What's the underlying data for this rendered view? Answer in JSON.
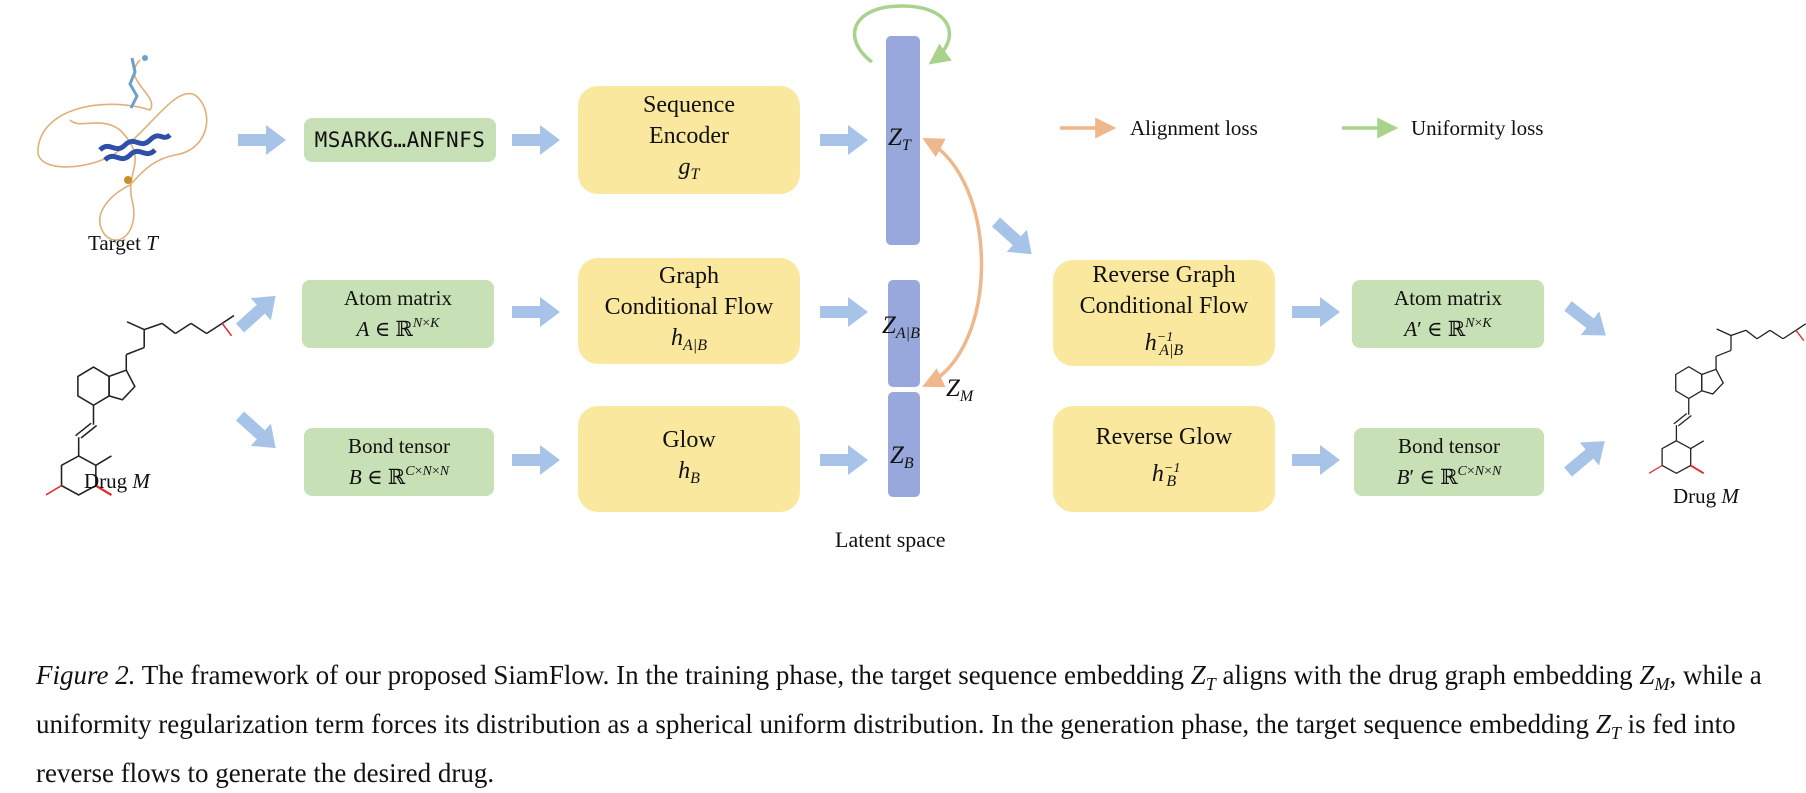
{
  "target_label": "Target T",
  "drug_label_left": "Drug M",
  "drug_label_right": "Drug M",
  "sequence_text": "MSARKG…ANFNFS",
  "seq_encoder": {
    "line1": "Sequence",
    "line2": "Encoder",
    "line3": "g_T"
  },
  "graph_flow": {
    "line1": "Graph",
    "line2": "Conditional Flow",
    "line3": "h_A|B"
  },
  "glow": {
    "line1": "Glow",
    "line2": "h_B"
  },
  "atom_matrix": {
    "line1": "Atom matrix",
    "line2": "A ∈ ℝ^{N×K}"
  },
  "bond_tensor": {
    "line1": "Bond tensor",
    "line2": "B ∈ ℝ^{C×N×N}"
  },
  "rev_graph_flow": {
    "line1": "Reverse Graph",
    "line2": "Conditional Flow",
    "line3": "h⁻¹_A|B"
  },
  "rev_glow": {
    "line1": "Reverse Glow",
    "line2": "h⁻¹_B"
  },
  "atom_matrix_out": {
    "line1": "Atom matrix",
    "line2": "A′ ∈ ℝ^{N×K}"
  },
  "bond_tensor_out": {
    "line1": "Bond tensor",
    "line2": "B′ ∈ ℝ^{C×N×N}"
  },
  "latent": {
    "zt": "Z_T",
    "zab": "Z_A|B",
    "zb": "Z_B",
    "zm": "Z_M",
    "space_label": "Latent space"
  },
  "legend": {
    "alignment": "Alignment loss",
    "uniformity": "Uniformity loss"
  },
  "colors": {
    "yellow_box": "#fae89e",
    "green_box": "#c7e0b5",
    "latent_bar": "#98a8dc",
    "flow_arrow": "#a8c3e8",
    "alignment": "#eeb88c",
    "uniformity": "#a9d38d",
    "protein_ribbon": "#e0b07a",
    "protein_helix": "#2f4fa8",
    "hydroxyl": "#e03030"
  },
  "caption": {
    "fig_label": "Figure 2.",
    "part1": "The framework of our proposed SiamFlow. In the training phase, the target sequence embedding",
    "part2": "aligns with the drug graph embedding",
    "part3": ", while a uniformity regularization term forces its distribution as a spherical uniform distribution. In the generation phase, the target sequence embedding",
    "part4": "is fed into reverse flows to generate the desired drug.",
    "sym_zt": "Z",
    "sym_zt_sub": "T",
    "sym_zm": "Z",
    "sym_zm_sub": "M"
  }
}
